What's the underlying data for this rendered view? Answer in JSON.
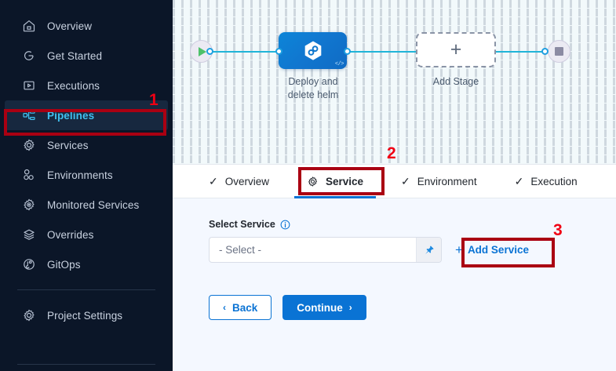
{
  "sidebar": {
    "items": [
      {
        "label": "Overview",
        "icon": "home-icon",
        "active": false
      },
      {
        "label": "Get Started",
        "icon": "get-started-icon",
        "active": false
      },
      {
        "label": "Executions",
        "icon": "executions-icon",
        "active": false
      },
      {
        "label": "Pipelines",
        "icon": "pipelines-icon",
        "active": true
      },
      {
        "label": "Services",
        "icon": "gear-icon",
        "active": false
      },
      {
        "label": "Environments",
        "icon": "environments-icon",
        "active": false
      },
      {
        "label": "Monitored Services",
        "icon": "monitored-services-icon",
        "active": false
      },
      {
        "label": "Overrides",
        "icon": "layers-icon",
        "active": false
      },
      {
        "label": "GitOps",
        "icon": "gitops-icon",
        "active": false
      }
    ],
    "settings": {
      "label": "Project Settings",
      "icon": "gear-icon"
    }
  },
  "canvas": {
    "start_node": {
      "icon": "play-icon"
    },
    "stage": {
      "caption_line1": "Deploy and",
      "caption_line2": "delete helm",
      "icon": "helm-hexagon-icon",
      "code_badge": "</>"
    },
    "add_stage": {
      "label": "Add Stage",
      "icon": "plus-icon"
    },
    "end_node": {
      "icon": "stop-icon"
    }
  },
  "tabs": [
    {
      "label": "Overview",
      "icon": "check-icon",
      "active": false
    },
    {
      "label": "Service",
      "icon": "gear-icon",
      "active": true
    },
    {
      "label": "Environment",
      "icon": "check-icon",
      "active": false
    },
    {
      "label": "Execution",
      "icon": "check-icon",
      "active": false
    }
  ],
  "panel": {
    "service_label": "Select Service",
    "service_info_icon": "info-icon",
    "service_value": "- Select -",
    "service_pin_icon": "pin-icon",
    "add_service_label": "Add Service",
    "add_service_plus": "+",
    "back_label": "Back",
    "back_caret": "‹",
    "continue_label": "Continue",
    "continue_caret": "›"
  },
  "annotations": [
    {
      "number": "1",
      "target": "sidebar-item-pipelines"
    },
    {
      "number": "2",
      "target": "tab-service"
    },
    {
      "number": "3",
      "target": "add-service-link"
    }
  ],
  "colors": {
    "sidebar_bg": "#0b1628",
    "accent_blue": "#0a73d4",
    "active_cyan": "#40c0f0",
    "edge_cyan": "#20b4d8",
    "annotation_red": "#aa0012",
    "annotation_number_red": "#f00014"
  }
}
